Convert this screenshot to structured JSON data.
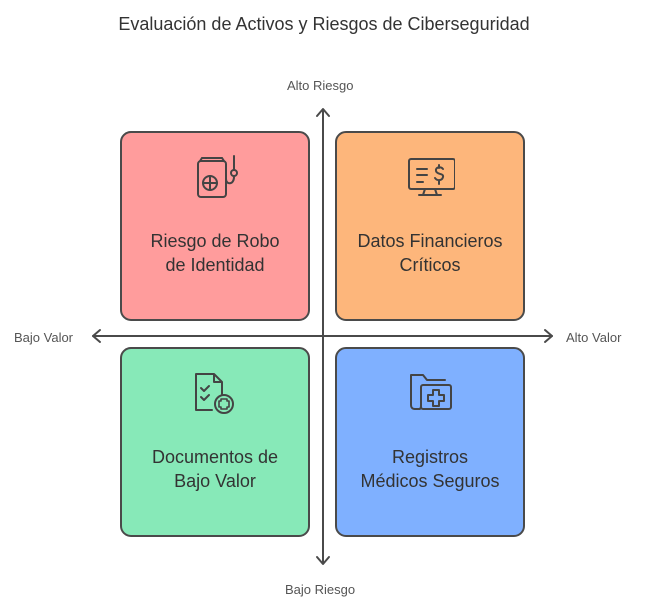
{
  "title": "Evaluación de Activos y Riesgos de Ciberseguridad",
  "axes": {
    "top": "Alto Riesgo",
    "bottom": "Bajo Riesgo",
    "left": "Bajo Valor",
    "right": "Alto Valor"
  },
  "quadrants": [
    {
      "line1": "Riesgo de Robo",
      "line2": "de Identidad",
      "icon": "passport-hook-icon",
      "color": "#FF9C9C"
    },
    {
      "line1": "Datos Financieros",
      "line2": "Críticos",
      "icon": "monitor-dollar-icon",
      "color": "#FDB67B"
    },
    {
      "line1": "Documentos de",
      "line2": "Bajo Valor",
      "icon": "checklist-document-plus-icon",
      "color": "#87E9B8"
    },
    {
      "line1": "Registros",
      "line2": "Médicos Seguros",
      "icon": "medical-folder-icon",
      "color": "#7FB0FF"
    }
  ]
}
